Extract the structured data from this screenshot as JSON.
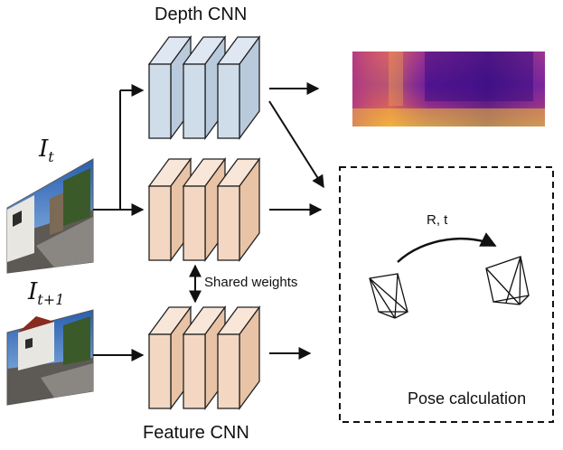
{
  "labels": {
    "depth_cnn": "Depth CNN",
    "feature_cnn": "Feature CNN",
    "shared_weights": "Shared weights",
    "pose_calculation": "Pose calculation",
    "rotation_translation": "R, t"
  },
  "inputs": {
    "frame_t_symbol": "I",
    "frame_t_sub": "t",
    "frame_t1_symbol": "I",
    "frame_t1_sub": "t+1"
  },
  "colors": {
    "depth_block": "#cfdcea",
    "feature_block": "#f3d7c2",
    "outline": "#222222",
    "depth_map_low": "#5a159e",
    "depth_map_mid": "#d1458a",
    "depth_map_high": "#f7d13a"
  },
  "icons": [
    "arrow-icon",
    "camera-frustum-icon",
    "double-arrow-icon"
  ]
}
